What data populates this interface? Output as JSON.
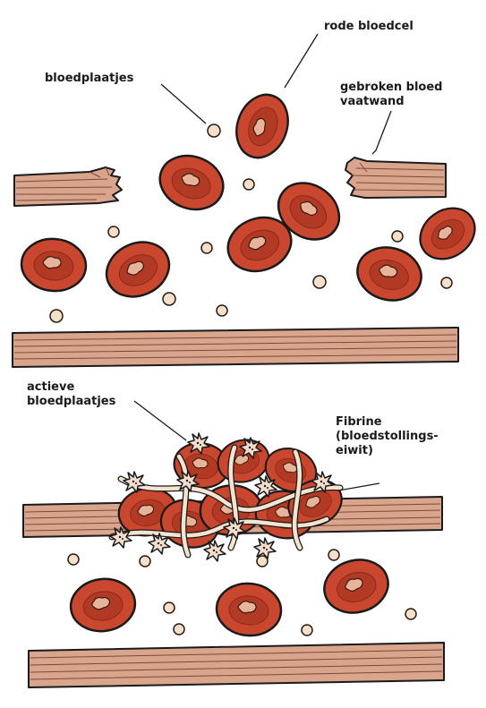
{
  "labels": {
    "red_blood_cell": "rode bloedcel",
    "platelets": "bloedplaatjes",
    "broken_wall_line1": "gebroken bloed",
    "broken_wall_line2": "vaatwand",
    "active_platelets_line1": "actieve",
    "active_platelets_line2": "bloedplaatjes",
    "fibrin_line1": "Fibrine",
    "fibrin_line2": "(bloedstollings-",
    "fibrin_line3": "eiwit)"
  },
  "colors": {
    "vessel_wall": "#d9a58c",
    "red_blood_cell": "#c9472e",
    "platelet": "#f4dfcb",
    "outline": "#1a1a1a"
  }
}
